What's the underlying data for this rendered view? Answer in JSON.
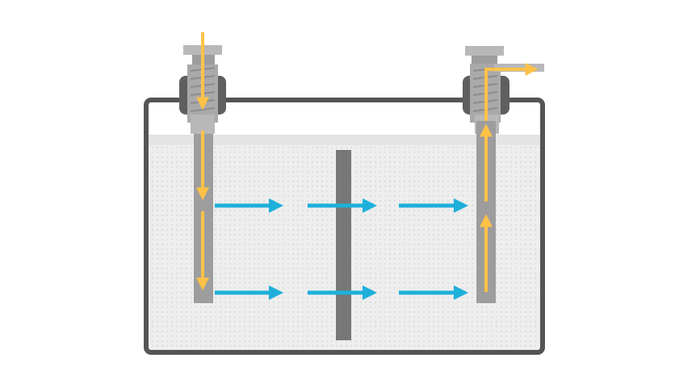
{
  "diagram": {
    "description_free": true,
    "colors": {
      "background": "#ffffff",
      "tank_outline": "#555555",
      "liquid_fill": "#eeeeee",
      "liquid_dots": "#d2d2d2",
      "liquid_surface": "#e4e4e4",
      "pipe": "#9d9d9d",
      "fitting_light": "#b8b8b8",
      "fitting_dark": "#5f5f5f",
      "baffle": "#777777",
      "flow_in_arrow": "#ffc247",
      "flow_cross_arrow": "#1eb0da"
    },
    "components": {
      "inlet_pipe": {
        "icon": "vertical-pipe"
      },
      "outlet_pipe": {
        "icon": "vertical-pipe"
      },
      "inlet_fitting": {
        "icon": "compression-fitting"
      },
      "outlet_fitting": {
        "icon": "compression-fitting"
      },
      "baffle": {
        "icon": "vertical-plate"
      }
    },
    "arrows": {
      "inlet_down_count": 3,
      "outlet_up_count": 3,
      "cross_flow_rows": 2,
      "cross_flow_per_row": 3
    }
  }
}
